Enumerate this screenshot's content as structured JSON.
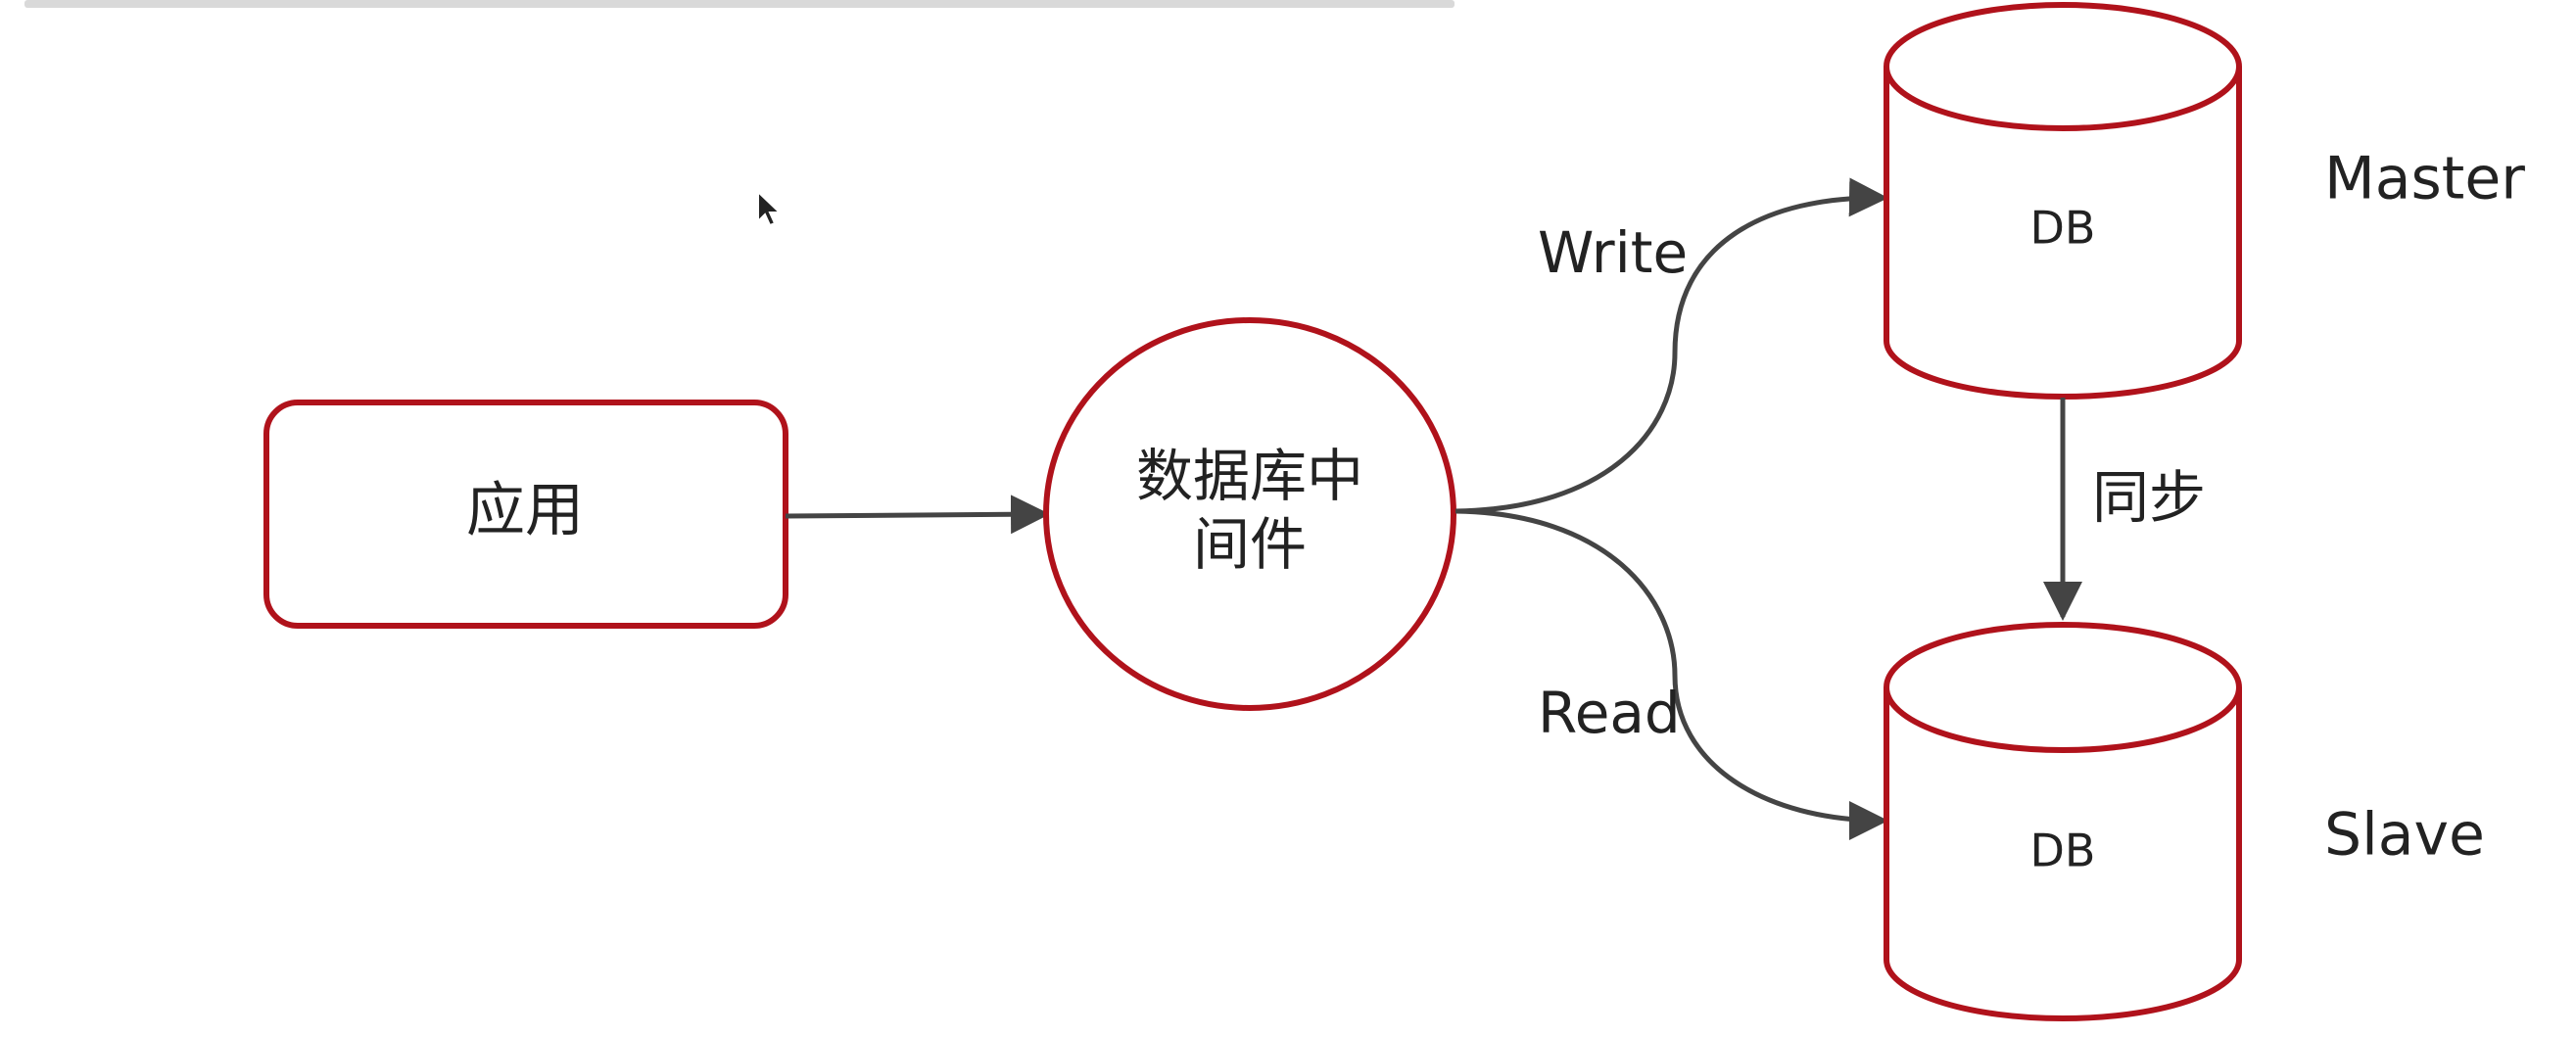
{
  "diagram": {
    "colors": {
      "node_stroke": "#b0121b",
      "arrow": "#444444",
      "text": "#222222",
      "background": "#ffffff"
    },
    "nodes": {
      "app": {
        "label": "应用"
      },
      "middleware": {
        "label_line1": "数据库中",
        "label_line2": "间件"
      },
      "master_db": {
        "label": "DB",
        "role": "Master"
      },
      "slave_db": {
        "label": "DB",
        "role": "Slave"
      }
    },
    "edges": {
      "write": {
        "label": "Write"
      },
      "read": {
        "label": "Read"
      },
      "sync": {
        "label": "同步"
      }
    }
  }
}
